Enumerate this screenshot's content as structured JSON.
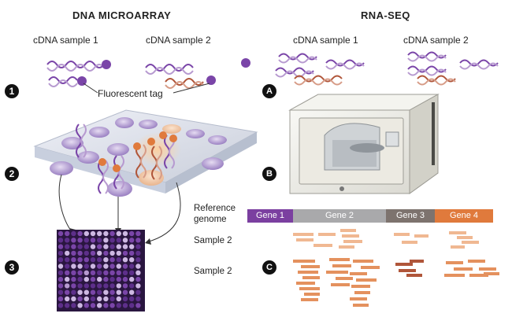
{
  "microarray": {
    "title": "DNA MICROARRAY",
    "sample1": "cDNA sample 1",
    "sample2": "cDNA sample 2",
    "tag_label": "Fluorescent tag",
    "steps": [
      "1",
      "2",
      "3"
    ]
  },
  "rnaseq": {
    "title": "RNA-SEQ",
    "sample1": "cDNA sample 1",
    "sample2": "cDNA sample 2",
    "steps": [
      "A",
      "B",
      "C"
    ],
    "reference_label_line1": "Reference",
    "reference_label_line2": "genome",
    "row_label_1": "Sample 2",
    "row_label_2": "Sample 2",
    "genes": [
      {
        "label": "Gene 1",
        "color": "#7b3fa0"
      },
      {
        "label": "Gene 2",
        "color": "#a9a9ab"
      },
      {
        "label": "Gene 3",
        "color": "#7d736e"
      },
      {
        "label": "Gene 4",
        "color": "#e07a3c"
      }
    ]
  },
  "colors": {
    "purple": "#7a45a8",
    "purple_light": "#b79ad0",
    "orange": "#e07a3c",
    "orange_light": "#f0b892",
    "brown": "#b0563a",
    "grid_bg": "#2a1640"
  }
}
